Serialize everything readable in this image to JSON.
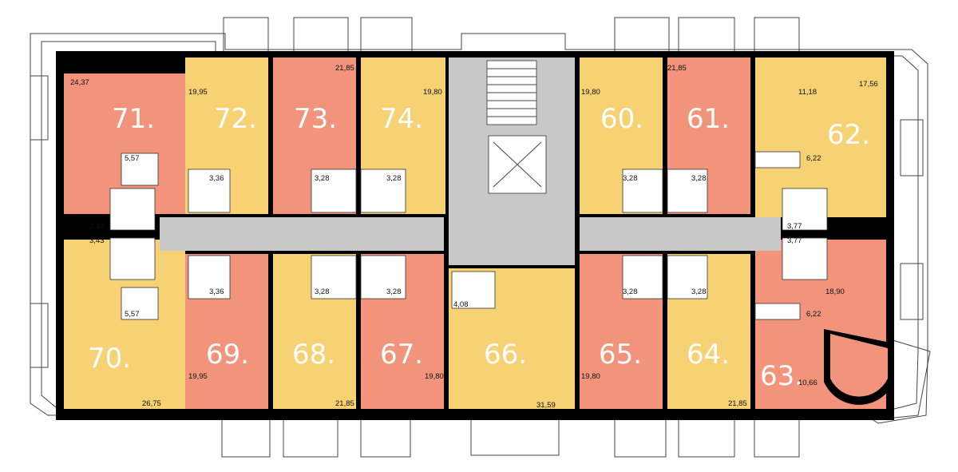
{
  "colors": {
    "salmon": "#f2947c",
    "yellow": "#f7d274",
    "corridor": "#c8c8c8",
    "wall": "#000000",
    "background": "#ffffff"
  },
  "apartments": [
    {
      "id": "71",
      "label": "71.",
      "color": "salmon"
    },
    {
      "id": "72",
      "label": "72.",
      "color": "yellow"
    },
    {
      "id": "73",
      "label": "73.",
      "color": "salmon"
    },
    {
      "id": "74",
      "label": "74.",
      "color": "yellow"
    },
    {
      "id": "60",
      "label": "60.",
      "color": "yellow"
    },
    {
      "id": "61",
      "label": "61.",
      "color": "salmon"
    },
    {
      "id": "62",
      "label": "62.",
      "color": "yellow"
    },
    {
      "id": "70",
      "label": "70.",
      "color": "yellow"
    },
    {
      "id": "69",
      "label": "69.",
      "color": "salmon"
    },
    {
      "id": "68",
      "label": "68.",
      "color": "yellow"
    },
    {
      "id": "67",
      "label": "67.",
      "color": "salmon"
    },
    {
      "id": "66",
      "label": "66.",
      "color": "yellow"
    },
    {
      "id": "65",
      "label": "65.",
      "color": "salmon"
    },
    {
      "id": "64",
      "label": "64.",
      "color": "yellow"
    },
    {
      "id": "63",
      "label": "63.",
      "color": "salmon"
    }
  ],
  "areas": [
    "24,37",
    "19,95",
    "21,85",
    "19,80",
    "19,80",
    "21,85",
    "11,18",
    "17,56",
    "5,57",
    "3,36",
    "3,28",
    "3,28",
    "3,28",
    "3,28",
    "6,22",
    "3,43",
    "3,43",
    "3,77",
    "3,77",
    "3,36",
    "3,28",
    "3,28",
    "4,08",
    "3,28",
    "3,28",
    "18,90",
    "5,57",
    "6,22",
    "19,95",
    "19,80",
    "19,80",
    "10,66",
    "26,75",
    "21,85",
    "31,59",
    "21,85"
  ]
}
